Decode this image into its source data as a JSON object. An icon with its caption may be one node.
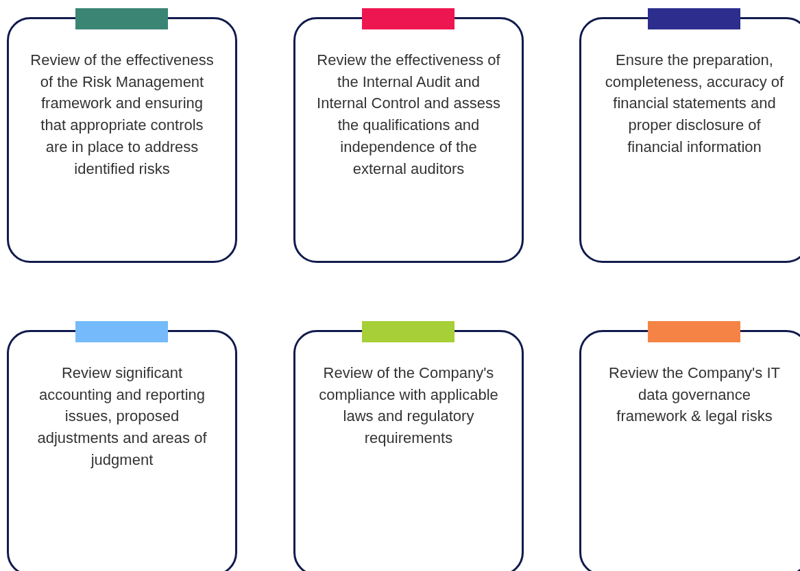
{
  "diagram": {
    "nodes": [
      {
        "text": [
          "Review of the effectiveness of the Risk Management framework and ensuring that appropriate controls are in place to address identified risks"
        ]
      },
      {
        "text": [
          "Review the effectiveness of the Internal Audit and Internal Control and assess the qualifications and independence of the external auditors"
        ]
      },
      {
        "text": [
          "Ensure the preparation, completeness, accuracy of financial statements and proper disclosure of financial information"
        ]
      },
      {
        "text": [
          "Review significant accounting and reporting issues, proposed adjustments and areas of judgment"
        ]
      },
      {
        "text": [
          "Review of the Company's compliance with applicable laws and regulatory requirements"
        ]
      },
      {
        "text": [
          "Review the Company's IT data governance framework & legal risks"
        ]
      },
      {
        "text": [],
        "shape": "bar"
      },
      {
        "text": [],
        "shape": "bar"
      },
      {
        "text": [],
        "shape": "bar"
      },
      {
        "text": [],
        "shape": "bar"
      },
      {
        "text": [],
        "shape": "bar"
      },
      {
        "text": [],
        "shape": "bar"
      }
    ]
  }
}
